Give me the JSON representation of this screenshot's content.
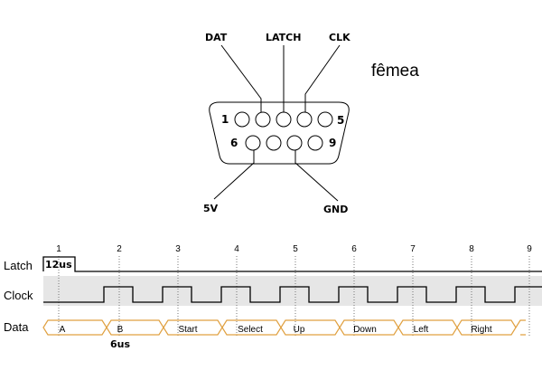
{
  "connector": {
    "gender": "fêmea",
    "wires": [
      {
        "label": "DAT",
        "pin": 2
      },
      {
        "label": "LATCH",
        "pin": 3
      },
      {
        "label": "CLK",
        "pin": 4
      },
      {
        "label": "5V",
        "pin": 6
      },
      {
        "label": "GND",
        "pin": 8
      }
    ],
    "pin_numbers": {
      "top_left": "1",
      "top_right": "5",
      "bottom_left": "6",
      "bottom_right": "9"
    }
  },
  "timing": {
    "cycle_numbers": [
      "1",
      "2",
      "3",
      "4",
      "5",
      "6",
      "7",
      "8",
      "9"
    ],
    "signals": [
      {
        "name": "Latch"
      },
      {
        "name": "Clock"
      },
      {
        "name": "Data"
      }
    ],
    "latch_note": "12us",
    "clock_note": "6us",
    "buttons": [
      "A",
      "B",
      "Start",
      "Select",
      "Up",
      "Down",
      "Left",
      "Right"
    ]
  }
}
